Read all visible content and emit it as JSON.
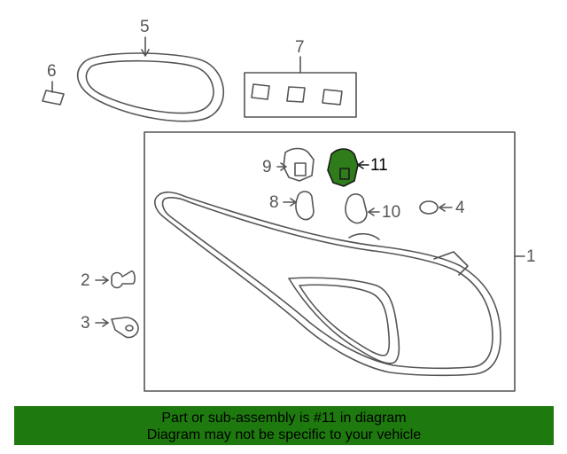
{
  "callouts": {
    "c1": "1",
    "c2": "2",
    "c3": "3",
    "c4": "4",
    "c5": "5",
    "c6": "6",
    "c7": "7",
    "c8": "8",
    "c9": "9",
    "c10": "10",
    "c11": "11"
  },
  "highlight_part": "11",
  "colors": {
    "line": "#555555",
    "highlight_fill": "#2e7d1a",
    "banner_bg": "#1e7a0e"
  },
  "banner": {
    "line1": "Part or sub-assembly is #11 in diagram",
    "line2": "Diagram may not be specific to your vehicle"
  }
}
